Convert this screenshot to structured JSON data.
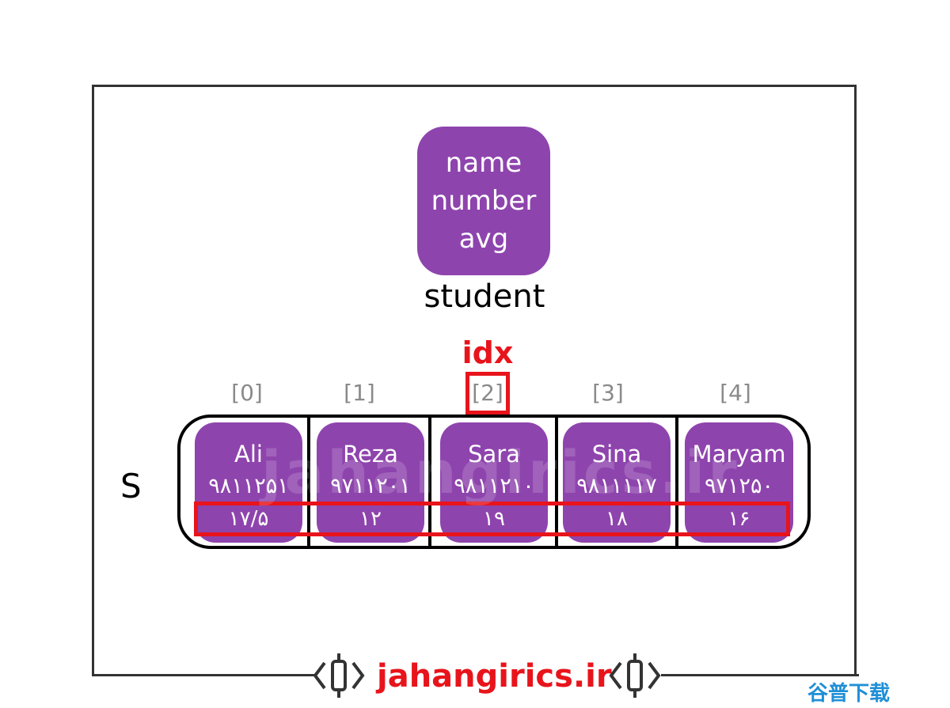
{
  "struct": {
    "fields": [
      "name",
      "number",
      "avg"
    ],
    "type_name": "student"
  },
  "pointer_label": "idx",
  "array_name": "S",
  "indices": [
    "[0]",
    "[1]",
    "[2]",
    "[3]",
    "[4]"
  ],
  "highlighted_index": 2,
  "students": [
    {
      "name": "Ali",
      "number": "۹۸۱۱۲۵۱",
      "avg": "۱۷/۵"
    },
    {
      "name": "Reza",
      "number": "۹۷۱۱۲۰۱",
      "avg": "۱۲"
    },
    {
      "name": "Sara",
      "number": "۹۸۱۱۲۱۰",
      "avg": "۱۹"
    },
    {
      "name": "Sina",
      "number": "۹۸۱۱۱۱۷",
      "avg": "۱۸"
    },
    {
      "name": "Maryam",
      "number": "۹۷۱۲۵۰",
      "avg": "۱۶"
    }
  ],
  "watermark": "jahangirics.ir",
  "brand": "jahangirics.ir",
  "corner_mark": "谷普下载",
  "colors": {
    "cell": "#8e44ad",
    "highlight": "#e8141b",
    "index": "#8a8a8a"
  }
}
